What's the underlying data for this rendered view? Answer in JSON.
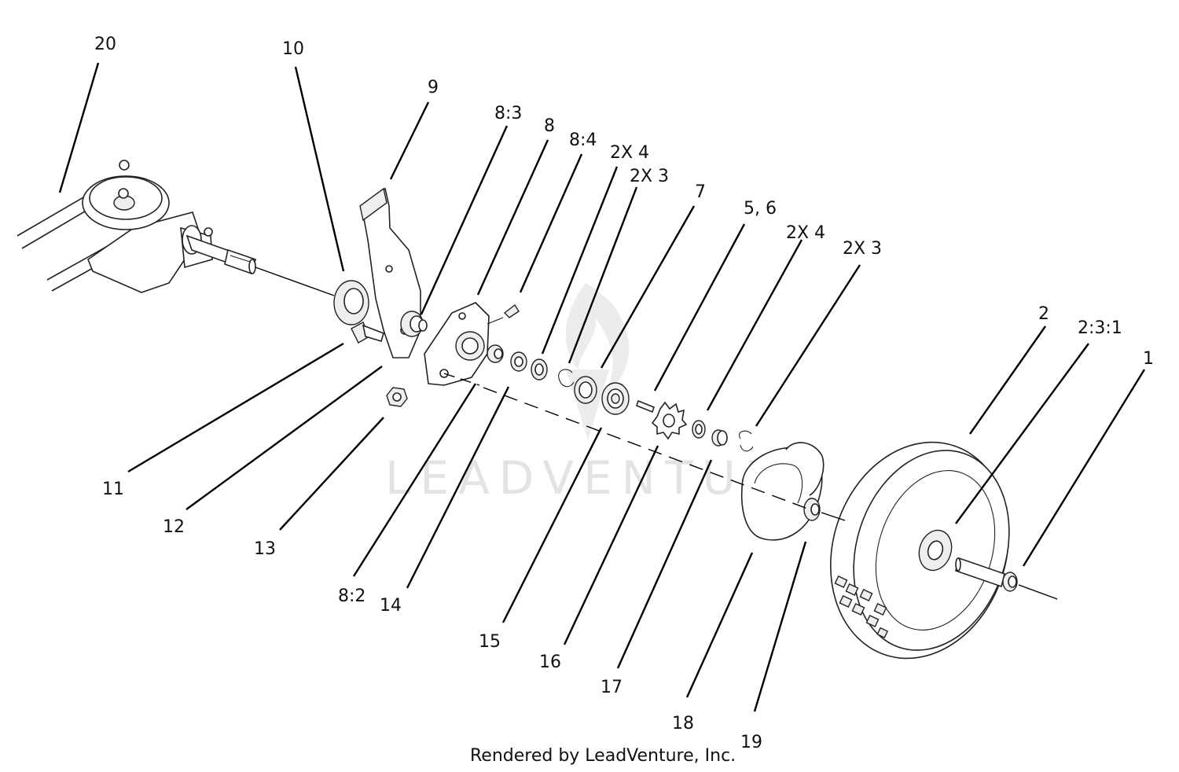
{
  "diagram": {
    "watermark": "LEADVENTURE",
    "credit": "Rendered by LeadVenture, Inc.",
    "callouts": [
      {
        "id": "c20",
        "label": "20"
      },
      {
        "id": "c10",
        "label": "10"
      },
      {
        "id": "c9",
        "label": "9"
      },
      {
        "id": "c8_3",
        "label": "8:3"
      },
      {
        "id": "c8",
        "label": "8"
      },
      {
        "id": "c8_4",
        "label": "8:4"
      },
      {
        "id": "c2x4a",
        "label": "2X 4"
      },
      {
        "id": "c2x3a",
        "label": "2X 3"
      },
      {
        "id": "c7",
        "label": "7"
      },
      {
        "id": "c5_6",
        "label": "5, 6"
      },
      {
        "id": "c2x4b",
        "label": "2X 4"
      },
      {
        "id": "c2x3b",
        "label": "2X 3"
      },
      {
        "id": "c2",
        "label": "2"
      },
      {
        "id": "c2_3_1",
        "label": "2:3:1"
      },
      {
        "id": "c1",
        "label": "1"
      },
      {
        "id": "c11",
        "label": "11"
      },
      {
        "id": "c12",
        "label": "12"
      },
      {
        "id": "c13",
        "label": "13"
      },
      {
        "id": "c8_2",
        "label": "8:2"
      },
      {
        "id": "c14",
        "label": "14"
      },
      {
        "id": "c15",
        "label": "15"
      },
      {
        "id": "c16",
        "label": "16"
      },
      {
        "id": "c17",
        "label": "17"
      },
      {
        "id": "c18",
        "label": "18"
      },
      {
        "id": "c19",
        "label": "19"
      }
    ]
  }
}
